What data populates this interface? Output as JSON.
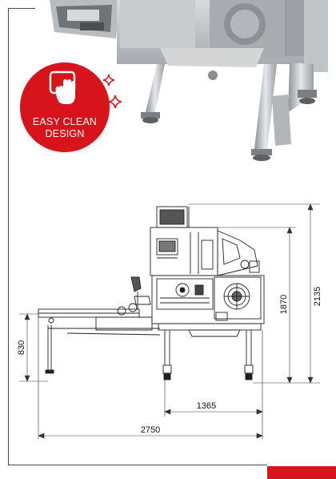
{
  "badge": {
    "line1": "EASY CLEAN",
    "line2": "DESIGN",
    "icon": "hand-touch-icon",
    "color": "#d7141b"
  },
  "dimensions": {
    "total_height": "2135",
    "body_height": "1870",
    "table_height": "830",
    "base_length": "1365",
    "total_length": "2750"
  },
  "colors": {
    "accent": "#d7141b",
    "frame": "#4a4a4a"
  }
}
